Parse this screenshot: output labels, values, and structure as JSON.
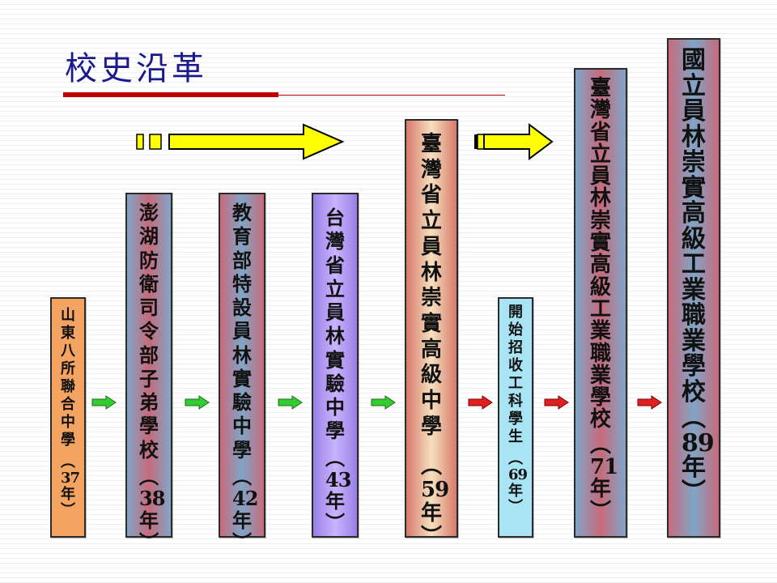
{
  "title": "校史沿革",
  "stages": [
    {
      "name": "山東八所聯合中學",
      "year": "37",
      "unit": "年"
    },
    {
      "name": "澎湖防衛司令部子弟學校",
      "year": "38",
      "unit": "年"
    },
    {
      "name": "教育部特設員林實驗中學",
      "year": "42",
      "unit": "年"
    },
    {
      "name": "台灣省立員林實驗中學",
      "year": "43",
      "unit": "年"
    },
    {
      "name": "臺灣省立員林崇實高級中學",
      "year": "59",
      "unit": "年"
    },
    {
      "name": "開始招收工科學生",
      "year": "69",
      "unit": "年"
    },
    {
      "name": "臺灣省立員林崇實高級工業職業學校",
      "year": "71",
      "unit": "年"
    },
    {
      "name": "國立員林崇實高級工業職業學校",
      "year": "89",
      "unit": "年"
    }
  ],
  "colors": {
    "title": "#1a1a8c",
    "underline": "#c00000",
    "arrow_yellow": "#ffff00",
    "connector_green": "#33cc33",
    "connector_red": "#e02020",
    "stage_orange": "#f4a460",
    "stage_blue_red": "#7fa6c8",
    "stage_red_blue": "#c86a7a",
    "stage_purple": "#b59bff",
    "stage_tan": "#ecc9a4",
    "stage_cyan": "#a9e4f5"
  }
}
